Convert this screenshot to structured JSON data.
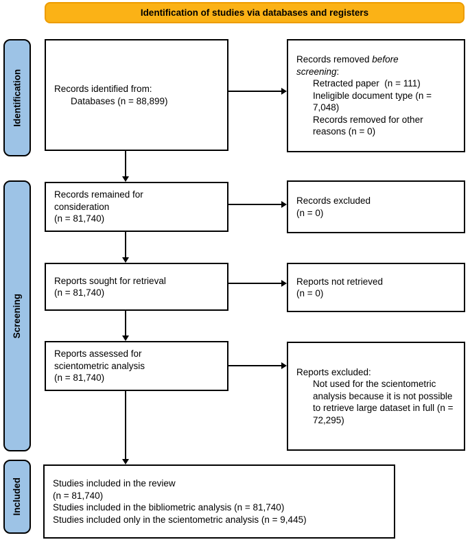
{
  "banner": {
    "label": "Identification of studies via databases and registers"
  },
  "colors": {
    "banner_fill": "#FBB216",
    "banner_border": "#ED9C00",
    "phase_bar_fill": "#9DC3E6",
    "box_border": "#000000"
  },
  "sidebar": {
    "identification": "Identification",
    "screening": "Screening",
    "included": "Included"
  },
  "boxes": {
    "identified": {
      "lines": [
        "Records identified from:"
      ],
      "items": [
        "Databases (n = 88,899)"
      ]
    },
    "removed": {
      "l1_pre": "Records removed ",
      "l1_italic": "before",
      "l2_italic": "screening",
      "l2_post": ":",
      "items": [
        "Retracted paper  (n = 111)",
        "Ineligible document type (n = 7,048)",
        "Records removed for other reasons (n = 0)"
      ]
    },
    "remained": {
      "lines": [
        "Records remained for",
        "consideration",
        "(n = 81,740)"
      ]
    },
    "excluded": {
      "lines": [
        "Records excluded",
        "(n = 0)"
      ]
    },
    "sought": {
      "lines": [
        "Reports sought for retrieval",
        "(n = 81,740)"
      ]
    },
    "not_retrieved": {
      "lines": [
        "Reports not retrieved",
        "(n = 0)"
      ]
    },
    "assessed": {
      "lines": [
        "Reports assessed for",
        "scientometric analysis",
        "(n = 81,740)"
      ]
    },
    "reports_excluded": {
      "label": "Reports excluded:",
      "items": [
        "Not used for the scientometric analysis because it is not possible to retrieve large dataset in full (n = 72,295)"
      ]
    },
    "included": {
      "lines": [
        "Studies included in the review",
        "(n = 81,740)",
        "Studies included in the bibliometric analysis (n = 81,740)",
        "Studies included only in the scientometric analysis (n = 9,445)"
      ]
    }
  }
}
